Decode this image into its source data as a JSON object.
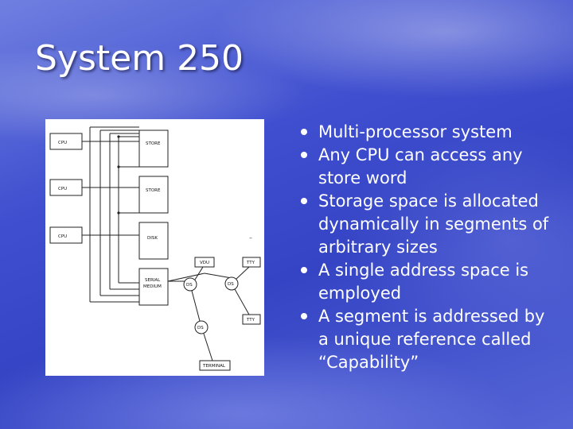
{
  "slide": {
    "title": "System 250",
    "bullets": [
      "Multi-processor system",
      "Any CPU can access any store word",
      "Storage space is allocated dynamically in segments of arbitrary sizes",
      "A single address space is employed",
      "A segment is addressed by a unique reference called “Capability”"
    ]
  },
  "diagram": {
    "labels": {
      "cpu_1": "CPU",
      "cpu_2": "CPU",
      "cpu_3": "CPU",
      "store_1": "STORE",
      "store_2": "STORE",
      "disk": "DISK",
      "serial_medium_line1": "SERIAL",
      "serial_medium_line2": "MEDIUM",
      "vdu": "VDU",
      "tty_1": "TTY",
      "tty_2": "TTY",
      "ds_1": "DS",
      "ds_2": "DS",
      "ds_3": "DS",
      "terminal": "TERMINAL"
    }
  },
  "colors": {
    "background": "#3f4fcf",
    "text": "#ffffff"
  }
}
